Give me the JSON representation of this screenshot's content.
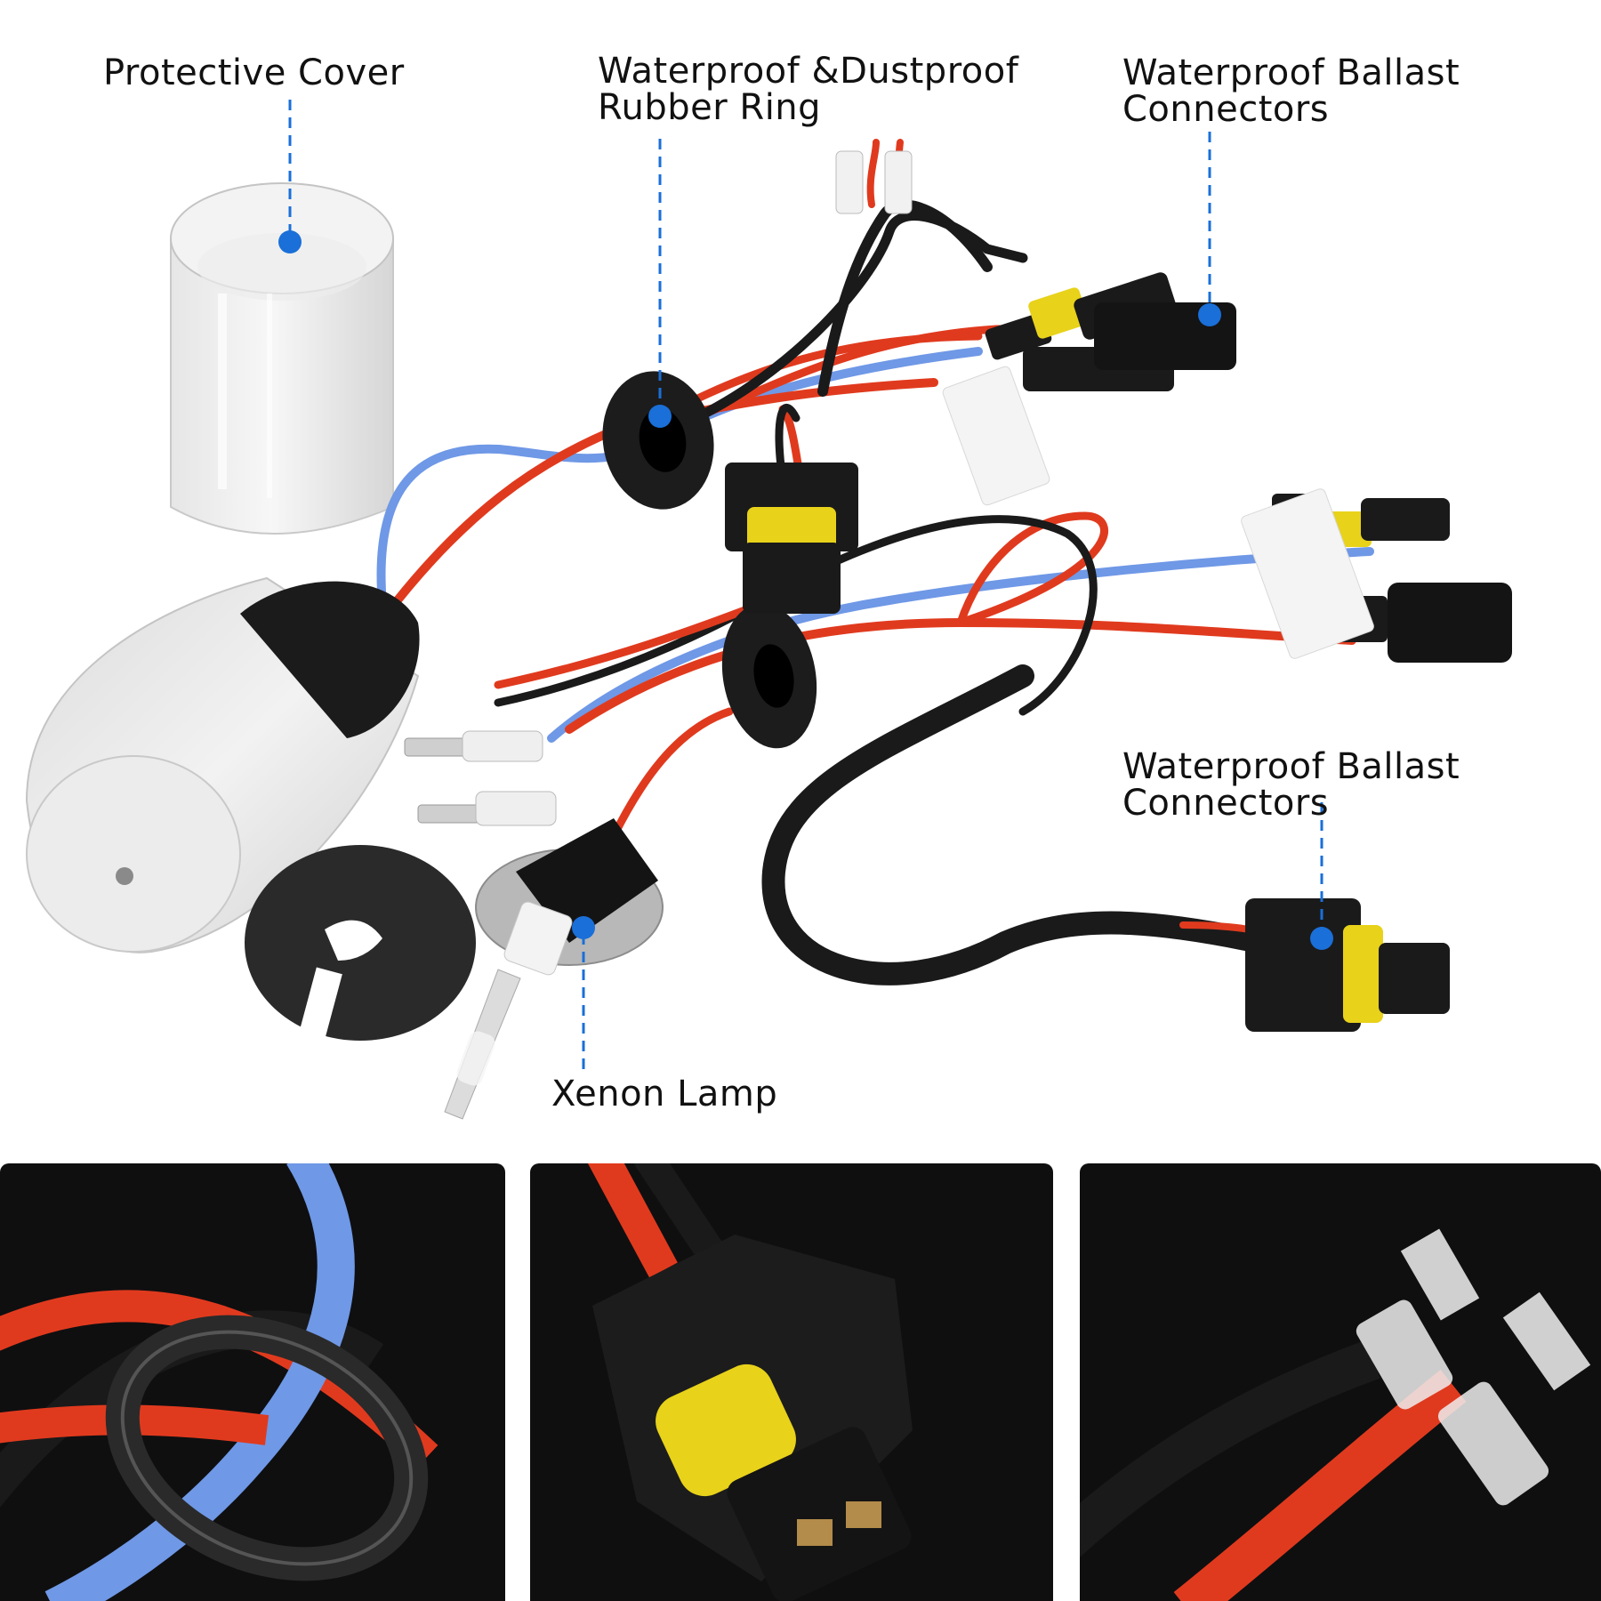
{
  "callouts": {
    "protective_cover": {
      "lines": [
        "Protective Cover"
      ]
    },
    "rubber_ring": {
      "lines": [
        "Waterproof &Dustproof",
        "Rubber Ring"
      ]
    },
    "ballast_connectors_top": {
      "lines": [
        "Waterproof Ballast",
        "Connectors"
      ]
    },
    "ballast_connectors_bottom": {
      "lines": [
        "Waterproof Ballast",
        "Connectors"
      ]
    },
    "xenon_lamp": {
      "lines": [
        "Xenon Lamp"
      ]
    }
  },
  "colors": {
    "callout_blue": "#1a6fd8",
    "wire_red": "#e03a1e",
    "wire_blue": "#6f98e6",
    "wire_black": "#1a1a1a",
    "connector_yellow": "#e8d21a",
    "panel_background": "#0f0f10"
  },
  "icons": [
    "protective-cover-cap",
    "rubber-ring",
    "ballast-connector",
    "xenon-lamp-bulb",
    "foam-washer",
    "spade-terminal"
  ]
}
